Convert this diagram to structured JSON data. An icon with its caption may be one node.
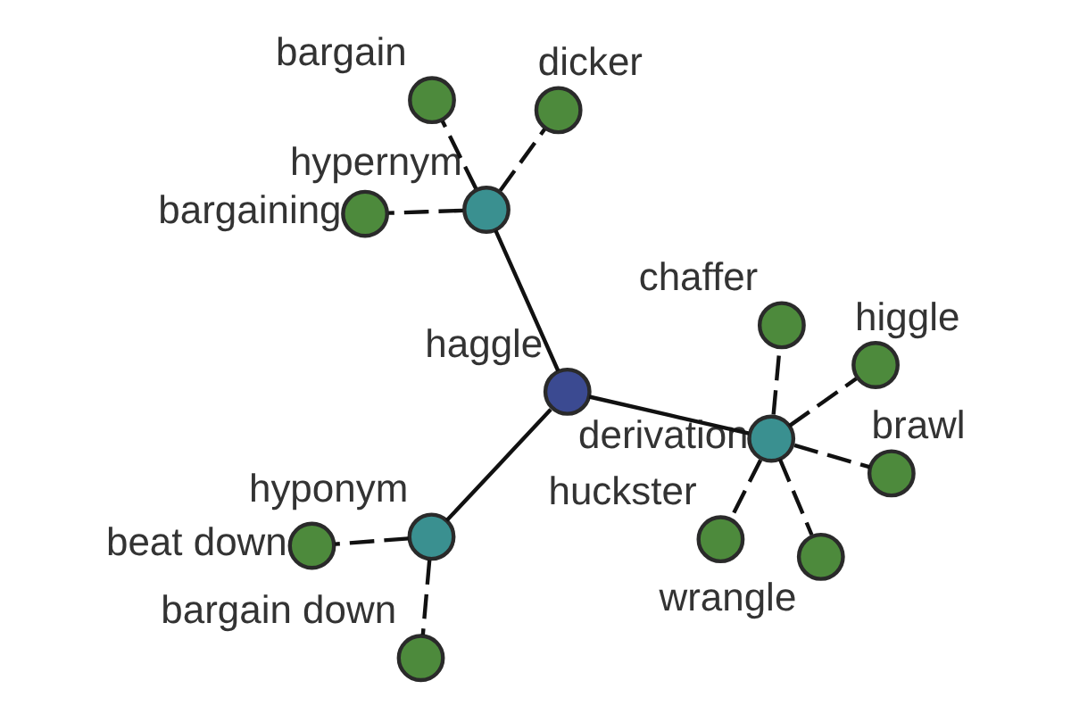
{
  "diagram": {
    "nodes": [
      {
        "text": [
          "haggle"
        ]
      },
      {
        "text": [
          "derivation"
        ]
      },
      {
        "text": [
          "hyponym"
        ]
      },
      {
        "text": [
          "hypernym"
        ]
      },
      {
        "text": [
          "higgle"
        ]
      },
      {
        "text": [
          "chaffer"
        ]
      },
      {
        "text": [
          "huckster"
        ]
      },
      {
        "text": [
          "brawl"
        ]
      },
      {
        "text": [
          "wrangle"
        ]
      },
      {
        "text": [
          "bargain down"
        ]
      },
      {
        "text": [
          "beat down"
        ]
      },
      {
        "text": [
          "bargaining"
        ]
      },
      {
        "text": [
          "dicker"
        ]
      },
      {
        "text": [
          "bargain"
        ]
      }
    ],
    "edges": [
      {
        "from": 0,
        "to": 1,
        "arrow": "none"
      },
      {
        "from": 0,
        "to": 2,
        "arrow": "none"
      },
      {
        "from": 0,
        "to": 3,
        "arrow": "none"
      },
      {
        "from": 1,
        "to": 4,
        "arrow": "none",
        "style": "dashed"
      },
      {
        "from": 1,
        "to": 5,
        "arrow": "none",
        "style": "dashed"
      },
      {
        "from": 1,
        "to": 6,
        "arrow": "none",
        "style": "dashed"
      },
      {
        "from": 1,
        "to": 7,
        "arrow": "none",
        "style": "dashed"
      },
      {
        "from": 1,
        "to": 8,
        "arrow": "none",
        "style": "dashed"
      },
      {
        "from": 2,
        "to": 9,
        "arrow": "none",
        "style": "dashed"
      },
      {
        "from": 2,
        "to": 10,
        "arrow": "none",
        "style": "dashed"
      },
      {
        "from": 3,
        "to": 11,
        "arrow": "none",
        "style": "dashed"
      },
      {
        "from": 3,
        "to": 12,
        "arrow": "none",
        "style": "dashed"
      },
      {
        "from": 3,
        "to": 13,
        "arrow": "none",
        "style": "dashed"
      }
    ]
  }
}
